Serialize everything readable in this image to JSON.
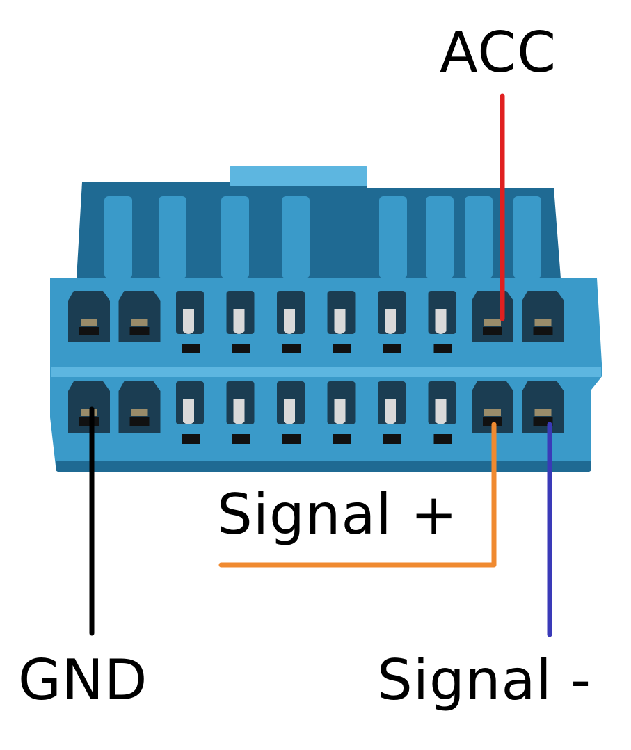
{
  "labels": {
    "acc": "ACC",
    "signal_plus": "Signal +",
    "gnd": "GND",
    "signal_minus": "Signal -"
  },
  "colors": {
    "connector_body": "#3a9ac9",
    "connector_shadow": "#1f6a93",
    "connector_highlight": "#5db6e0",
    "acc_wire": "#e02020",
    "signal_plus_wire": "#f08a30",
    "gnd_wire": "#000000",
    "signal_minus_wire": "#3a3ab8"
  },
  "connector": {
    "rows": 2,
    "pins_per_row": 10
  }
}
